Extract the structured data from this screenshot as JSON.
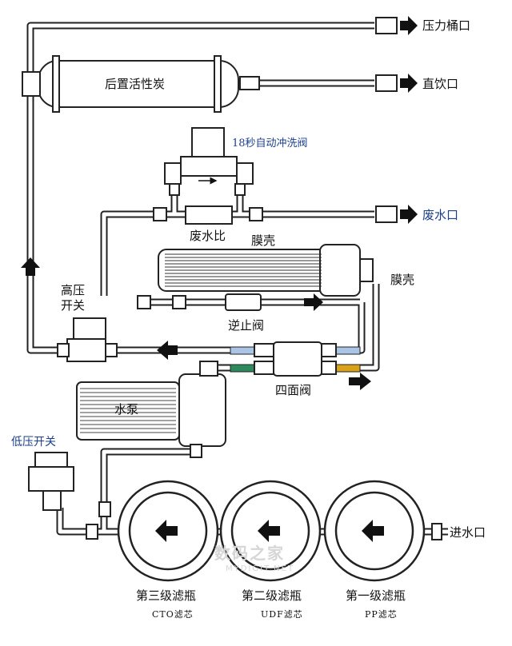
{
  "labels": {
    "pressure_tank_outlet": "压力桶口",
    "post_carbon": "后置活性炭",
    "direct_drink_outlet": "直饮口",
    "auto_flush_valve": "18秒自动冲洗阀",
    "waste_water_outlet": "废水口",
    "waste_ratio": "废水比",
    "membrane_shell_top": "膜壳",
    "membrane_shell_right": "膜壳",
    "high_pressure_switch_line1": "高压",
    "high_pressure_switch_line2": "开关",
    "check_valve": "逆止阀",
    "four_way_valve": "四面阀",
    "pump": "水泵",
    "low_pressure_switch": "低压开关",
    "inlet": "进水口",
    "filter3_name": "第三级滤瓶",
    "filter3_type": "CTO滤芯",
    "filter2_name": "第二级滤瓶",
    "filter2_type": "UDF滤芯",
    "filter1_name": "第一级滤瓶",
    "filter1_type": "PP滤芯"
  },
  "watermark": {
    "main": "数码之家",
    "sub": "MYDIGIT.NET"
  },
  "colors": {
    "line": "#222222",
    "label_blue": "#1c3f8c",
    "tube_blue": "#a9c4e4",
    "tube_green": "#2d8a5c",
    "tube_yellow": "#d9a21a",
    "watermark": "#d6d6d6"
  }
}
